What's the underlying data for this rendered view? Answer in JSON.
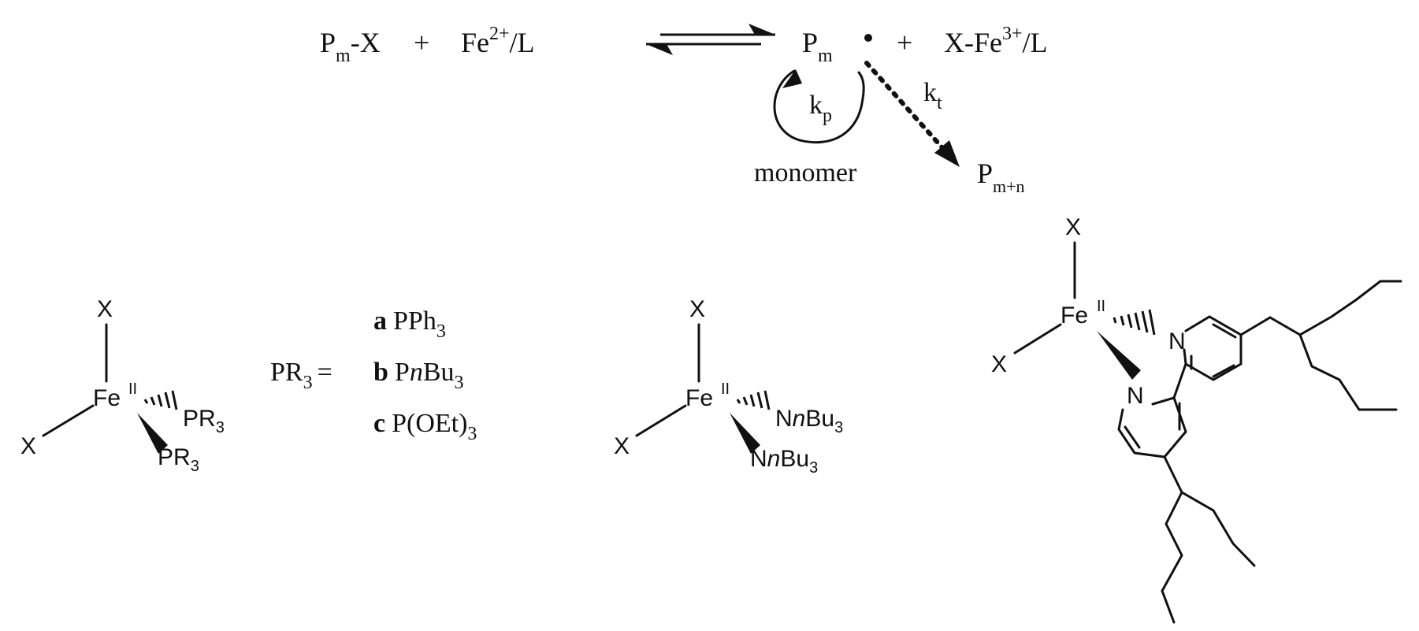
{
  "reaction": {
    "P": "P",
    "m": "m",
    "dash_X": "-X",
    "plus": "+",
    "Fe": "Fe",
    "fe2_charge": "2+",
    "slash_L": "/L",
    "X_Fe": "X-Fe",
    "fe3_charge": "3+",
    "k": "k",
    "p": "p",
    "t": "t",
    "monomer": "monomer",
    "m_plus_n": "m+n"
  },
  "phosphine": {
    "X": "X",
    "Fe": "Fe",
    "ox_state": "II",
    "PR": "PR",
    "sub3": "3",
    "lhs": "PR",
    "equals": "=",
    "options": [
      {
        "letter": "a",
        "text": "PPh",
        "sub": "3",
        "tail": ""
      },
      {
        "letter": "b",
        "text": "P",
        "ital": "n",
        "text2": "Bu",
        "sub": "3"
      },
      {
        "letter": "c",
        "text": "P(OEt)",
        "sub": "3"
      }
    ]
  },
  "amine": {
    "X": "X",
    "Fe": "Fe",
    "ox_state": "II",
    "N": "N",
    "n": "n",
    "Bu": "Bu",
    "sub3": "3"
  },
  "bipyridine": {
    "X": "X",
    "Fe": "Fe",
    "ox_state": "II",
    "N": "N"
  }
}
